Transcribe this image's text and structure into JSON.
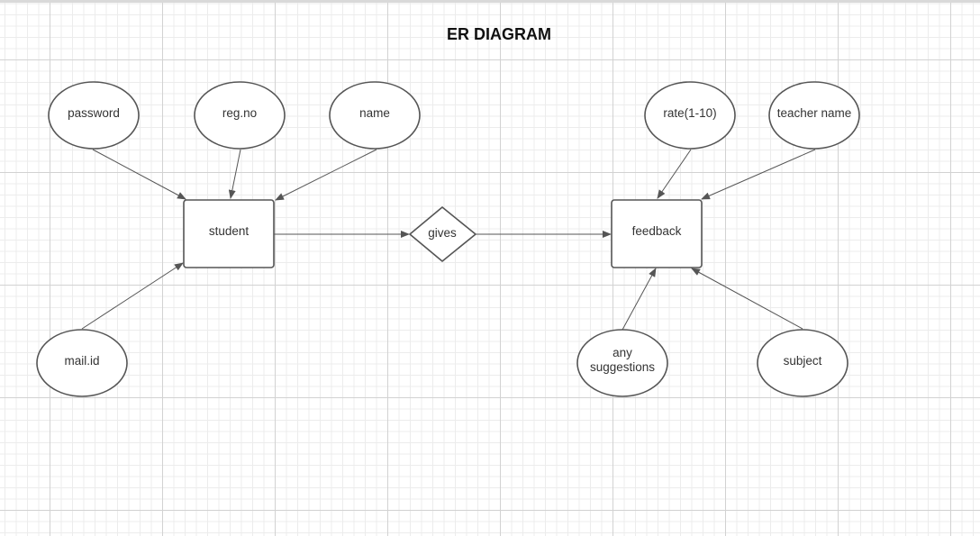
{
  "title": "ER DIAGRAM",
  "colors": {
    "stroke": "#555555",
    "grid_major": "#d2d2d2",
    "grid_minor": "#ececec",
    "text": "#333333"
  },
  "entities": {
    "student": "student",
    "feedback": "feedback"
  },
  "relationship": {
    "gives": "gives"
  },
  "attributes": {
    "password": "password",
    "reg_no": "reg.no",
    "name": "name",
    "mail_id": "mail.id",
    "rate": "rate(1-10)",
    "teacher_name": "teacher name",
    "any_suggestions_line1": "any",
    "any_suggestions_line2": "suggestions",
    "subject": "subject"
  }
}
